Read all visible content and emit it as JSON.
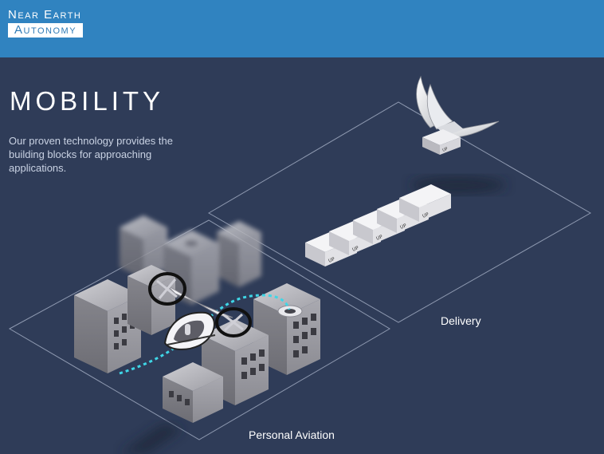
{
  "brand": {
    "line1": "Near Earth",
    "line2": "Autonomy"
  },
  "hero": {
    "title": "MOBILITY",
    "description": "Our proven technology provides the building blocks for approaching applications."
  },
  "sections": {
    "delivery": "Delivery",
    "personal_aviation": "Personal Aviation"
  },
  "box_label": "UP",
  "colors": {
    "header": "#3083c0",
    "background": "#2f3c58",
    "route": "#3fd6e6"
  }
}
